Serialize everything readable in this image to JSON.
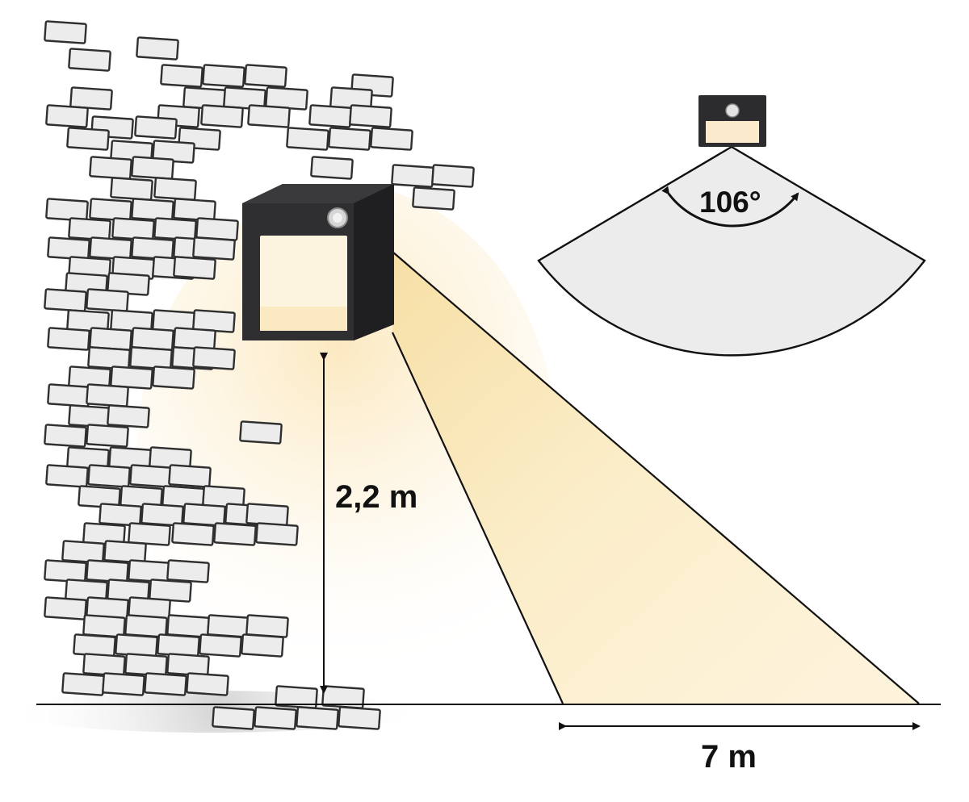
{
  "labels": {
    "mount_height": "2,2 m",
    "detection_range": "7 m",
    "detection_angle": "106°"
  },
  "colors": {
    "beam_fill": "#fbefcc",
    "fixture_body": "#2c2c2e",
    "lens_glow": "#fdf3dc",
    "wall_brick": "#ececec",
    "outline": "#111111",
    "sensor_zone": "#ededed"
  }
}
